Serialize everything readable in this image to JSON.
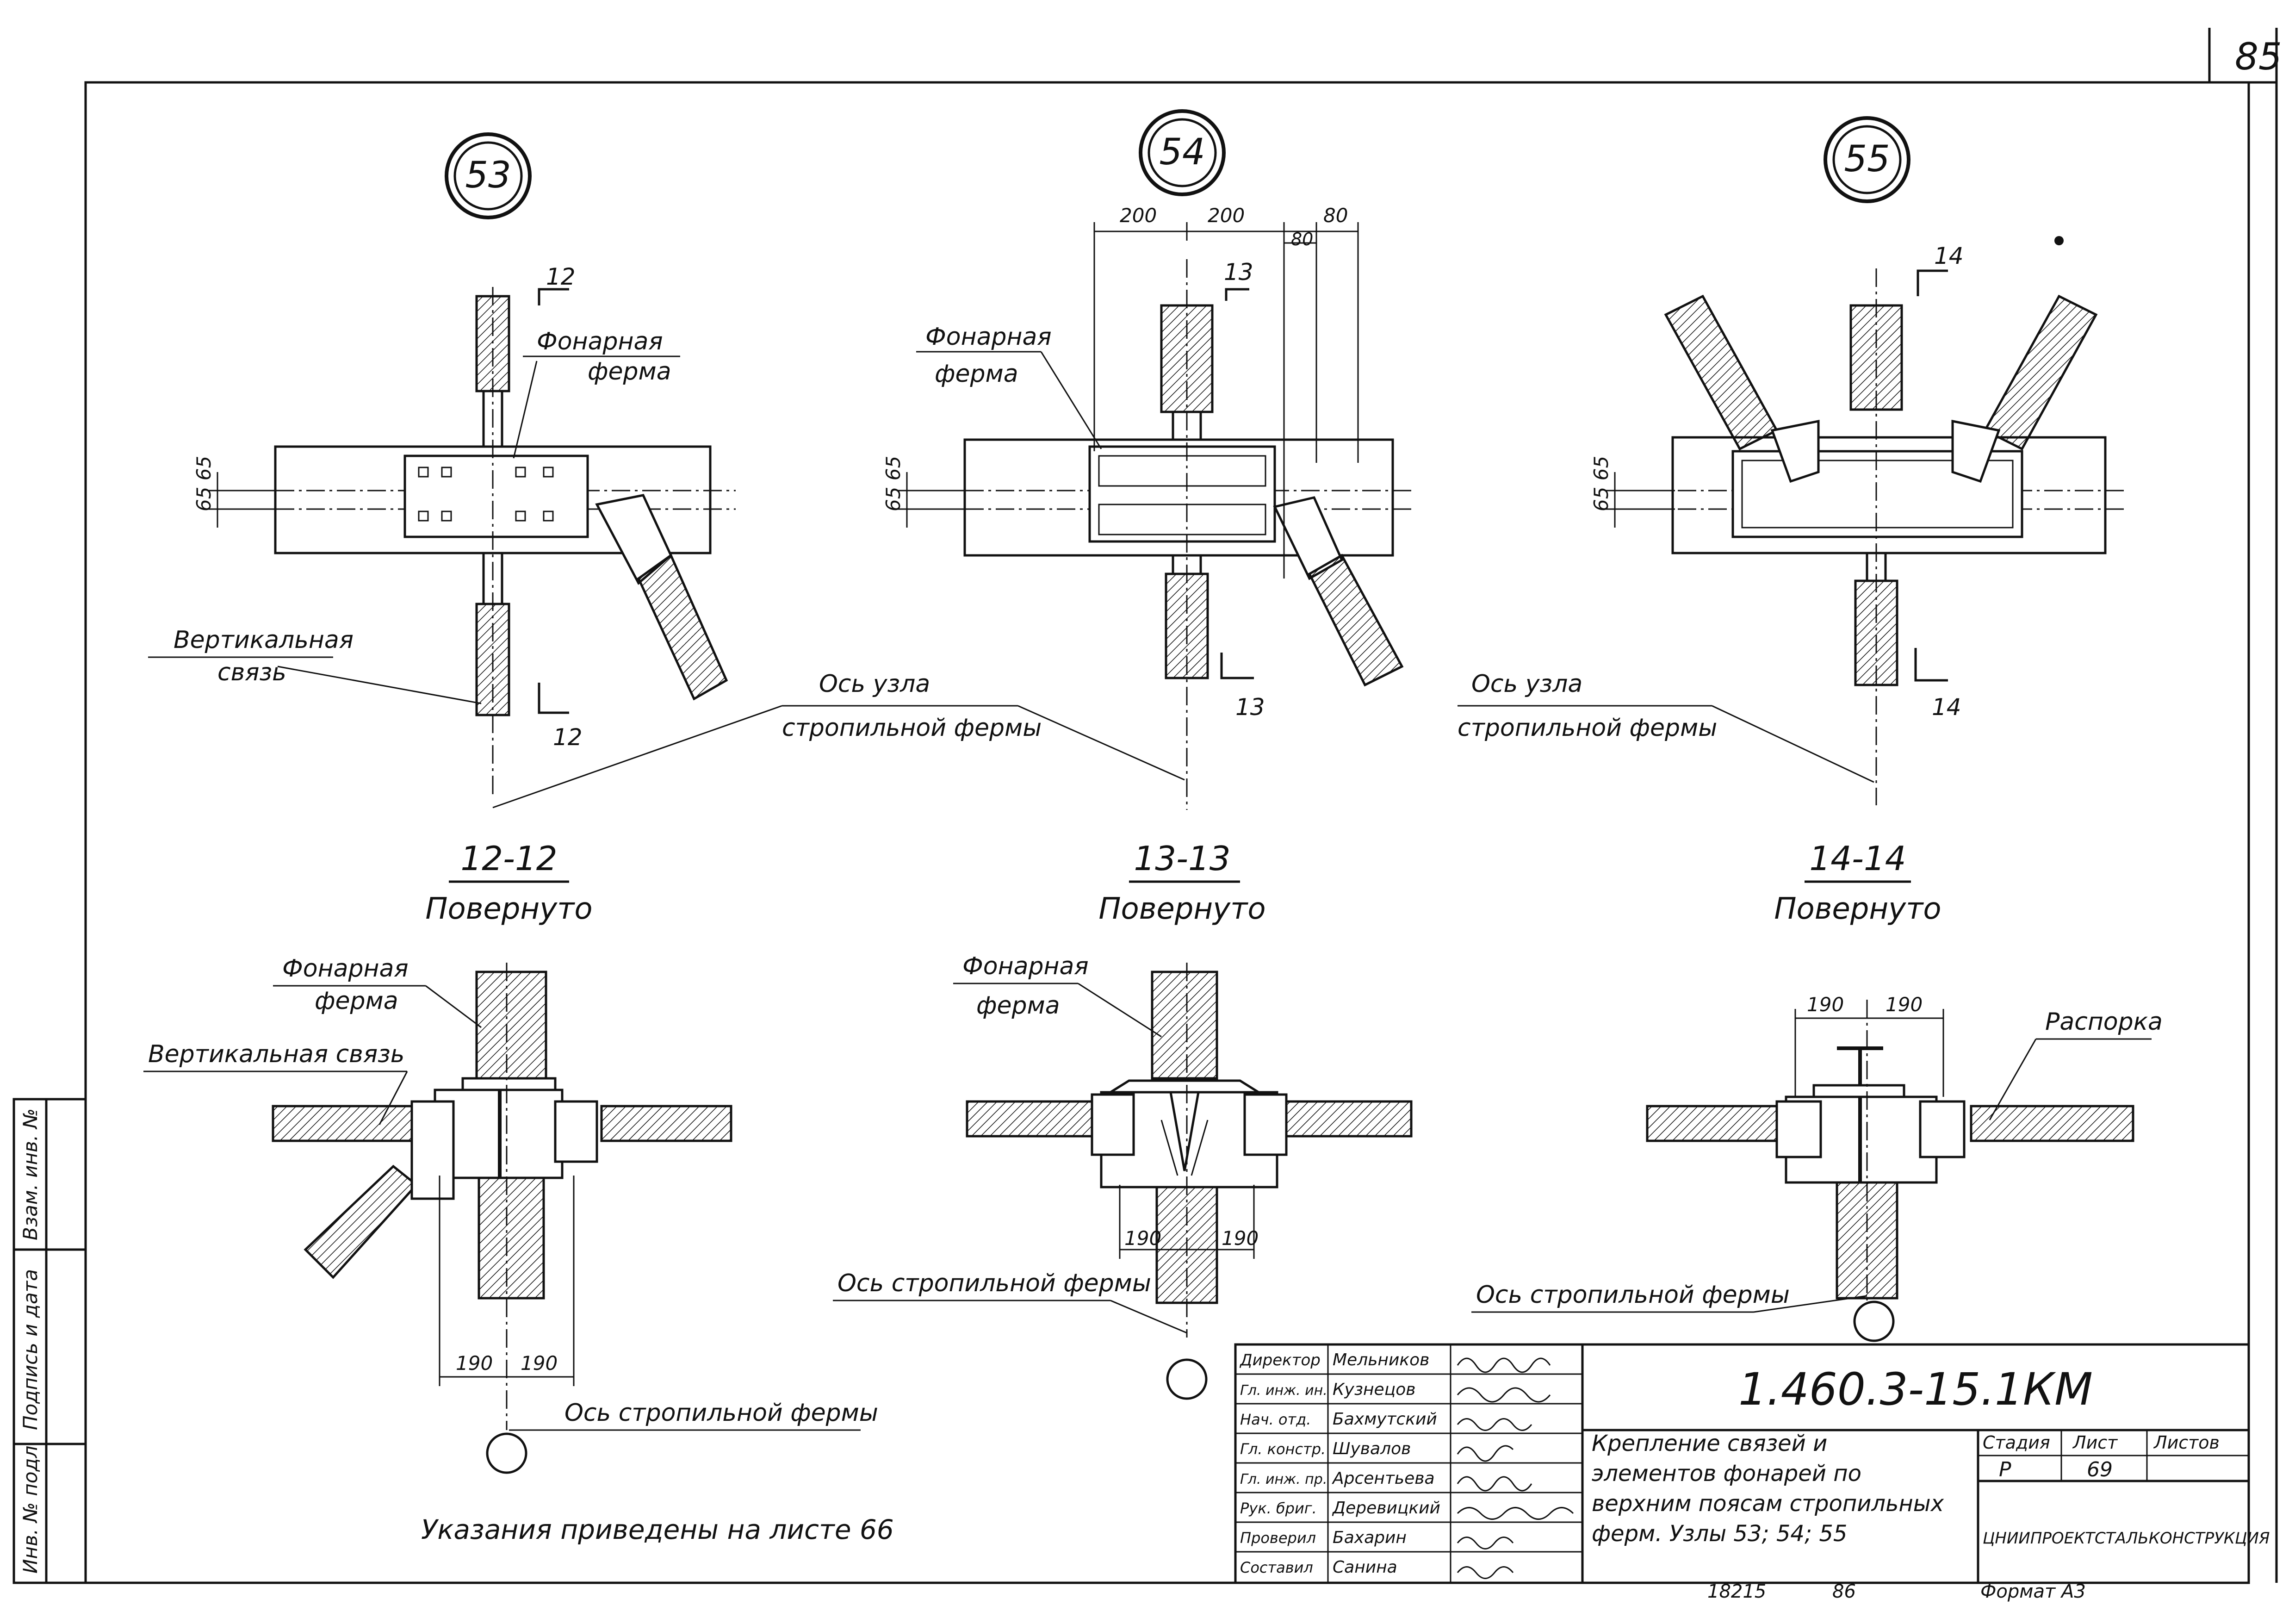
{
  "page_number": "85",
  "nodes": [
    {
      "number": "53"
    },
    {
      "number": "54"
    },
    {
      "number": "55"
    }
  ],
  "labels": {
    "fonarnaya": "Фонарная",
    "ferma": "ферма",
    "vertikalnaya": "Вертикальная",
    "svyaz": "связь",
    "vertikalnaya_svyaz": "Вертикальная связь",
    "os_uzla": "Ось узла",
    "stropilnoy_fermy": "стропильной фермы",
    "os_stropilnoy_fermy": "Ось стропильной фермы",
    "rasporka": "Распорка",
    "povernuto": "Повернуто"
  },
  "cut_marks": {
    "c12": "12",
    "c13": "13",
    "c14": "14"
  },
  "section_titles": [
    "12-12",
    "13-13",
    "14-14"
  ],
  "dimensions": {
    "d65": "65",
    "d6565": "65 65",
    "d200": "200",
    "d80": "80",
    "d190": "190"
  },
  "note": "Указания приведены на листе 66",
  "side_stamp": {
    "inv_podl": "Инв. № подл",
    "podpis_data": "Подпись и дата",
    "vzam_inv": "Взам. инв. №"
  },
  "title_block": {
    "doc_code": "1.460.3-15.1КМ",
    "title_lines": [
      "Крепление связей и",
      "элементов фонарей по",
      "верхним поясам стропильных",
      "ферм. Узлы 53; 54; 55"
    ],
    "stage_header": "Стадия",
    "sheet_header": "Лист",
    "sheets_header": "Листов",
    "stage": "Р",
    "sheet": "69",
    "org": "ЦНИИПРОЕКТСТАЛЬКОНСТРУКЦИЯ",
    "staff": [
      {
        "role": "Директор",
        "name": "Мельников"
      },
      {
        "role": "Гл. инж. ин.",
        "name": "Кузнецов"
      },
      {
        "role": "Нач. отд.",
        "name": "Бахмутский"
      },
      {
        "role": "Гл. констр.",
        "name": "Шувалов"
      },
      {
        "role": "Гл. инж. пр.",
        "name": "Арсентьева"
      },
      {
        "role": "Рук. бриг.",
        "name": "Деревицкий"
      },
      {
        "role": "Проверил",
        "name": "Бахарин"
      },
      {
        "role": "Составил",
        "name": "Санина"
      }
    ],
    "bottom_num_1": "18215",
    "bottom_num_2": "86",
    "format": "Формат А3"
  }
}
